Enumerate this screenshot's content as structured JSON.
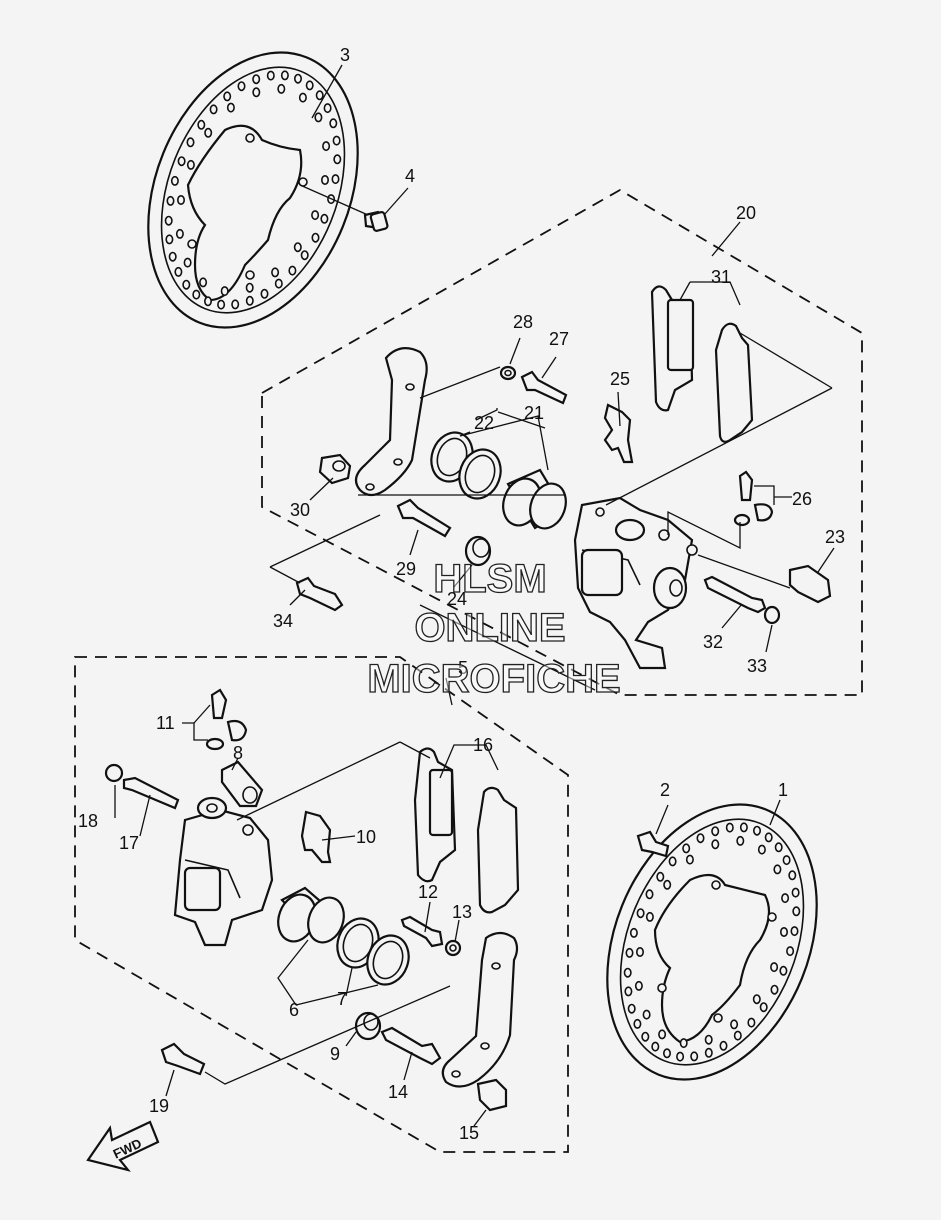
{
  "callouts": [
    "1",
    "2",
    "3",
    "4",
    "5",
    "6",
    "7",
    "8",
    "9",
    "10",
    "11",
    "12",
    "13",
    "14",
    "15",
    "16",
    "17",
    "18",
    "19",
    "20",
    "21",
    "22",
    "23",
    "24",
    "25",
    "26",
    "27",
    "28",
    "29",
    "30",
    "31",
    "32",
    "33",
    "34"
  ],
  "watermark": {
    "line1": "HLSM",
    "line2": "ONLINE",
    "line3": "MICROFICHE"
  },
  "fwd_label": "FWD"
}
